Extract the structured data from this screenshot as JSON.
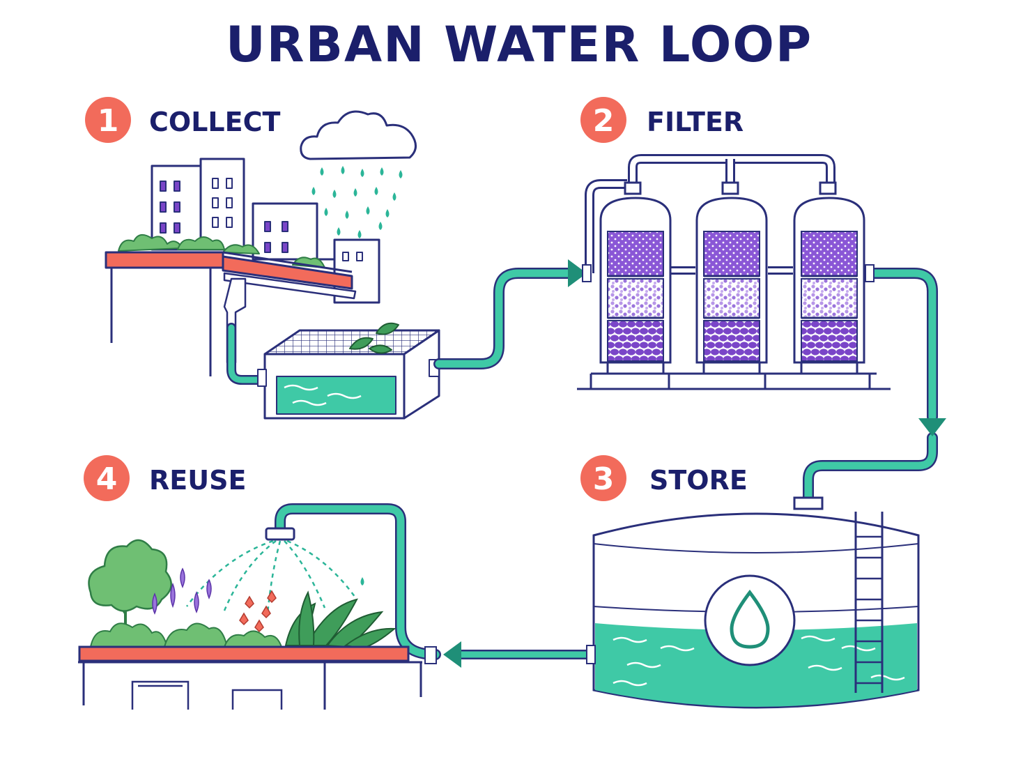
{
  "title": "URBAN WATER LOOP",
  "steps": [
    {
      "number": "1",
      "label": "COLLECT",
      "icon": "rooftop-rain-harvest-icon"
    },
    {
      "number": "2",
      "label": "FILTER",
      "icon": "filter-tanks-icon"
    },
    {
      "number": "3",
      "label": "STORE",
      "icon": "storage-tank-icon"
    },
    {
      "number": "4",
      "label": "REUSE",
      "icon": "garden-irrigation-icon"
    }
  ],
  "flow": [
    "COLLECT",
    "FILTER",
    "STORE",
    "REUSE"
  ],
  "colors": {
    "navy": "#1b1f6b",
    "coral": "#f26b5b",
    "teal": "#2bb598",
    "water": "#3fc9a6",
    "purple": "#7a45c8",
    "green": "#3f9d5a",
    "outline": "#2a2f7a"
  }
}
